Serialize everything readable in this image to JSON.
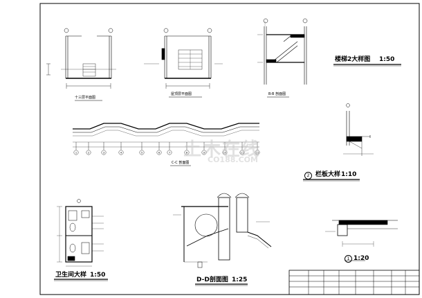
{
  "titles": {
    "stair_detail": "楼梯2大样图",
    "stair_scale": "1:50",
    "floor13_plan": "十三层平面图",
    "roof_plan": "屋顶层平面图",
    "section_bb": "B-B 剖面图",
    "section_cc": "C-C 剖面图",
    "railing_detail": "栏板大样",
    "railing_scale": "1:10",
    "railing_num": "2",
    "detail1_num": "1",
    "detail1_scale": "1:20",
    "bathroom_detail": "卫生间大样",
    "bathroom_scale": "1:50",
    "section_dd": "D-D剖面图",
    "section_dd_scale": "1:25"
  },
  "watermark": {
    "main": "土木在线",
    "sub": "CO188.COM"
  },
  "axes_cc": [
    "1",
    "2",
    "3",
    "4",
    "5",
    "6",
    "7",
    "8",
    "9",
    "10",
    "11",
    "12"
  ]
}
